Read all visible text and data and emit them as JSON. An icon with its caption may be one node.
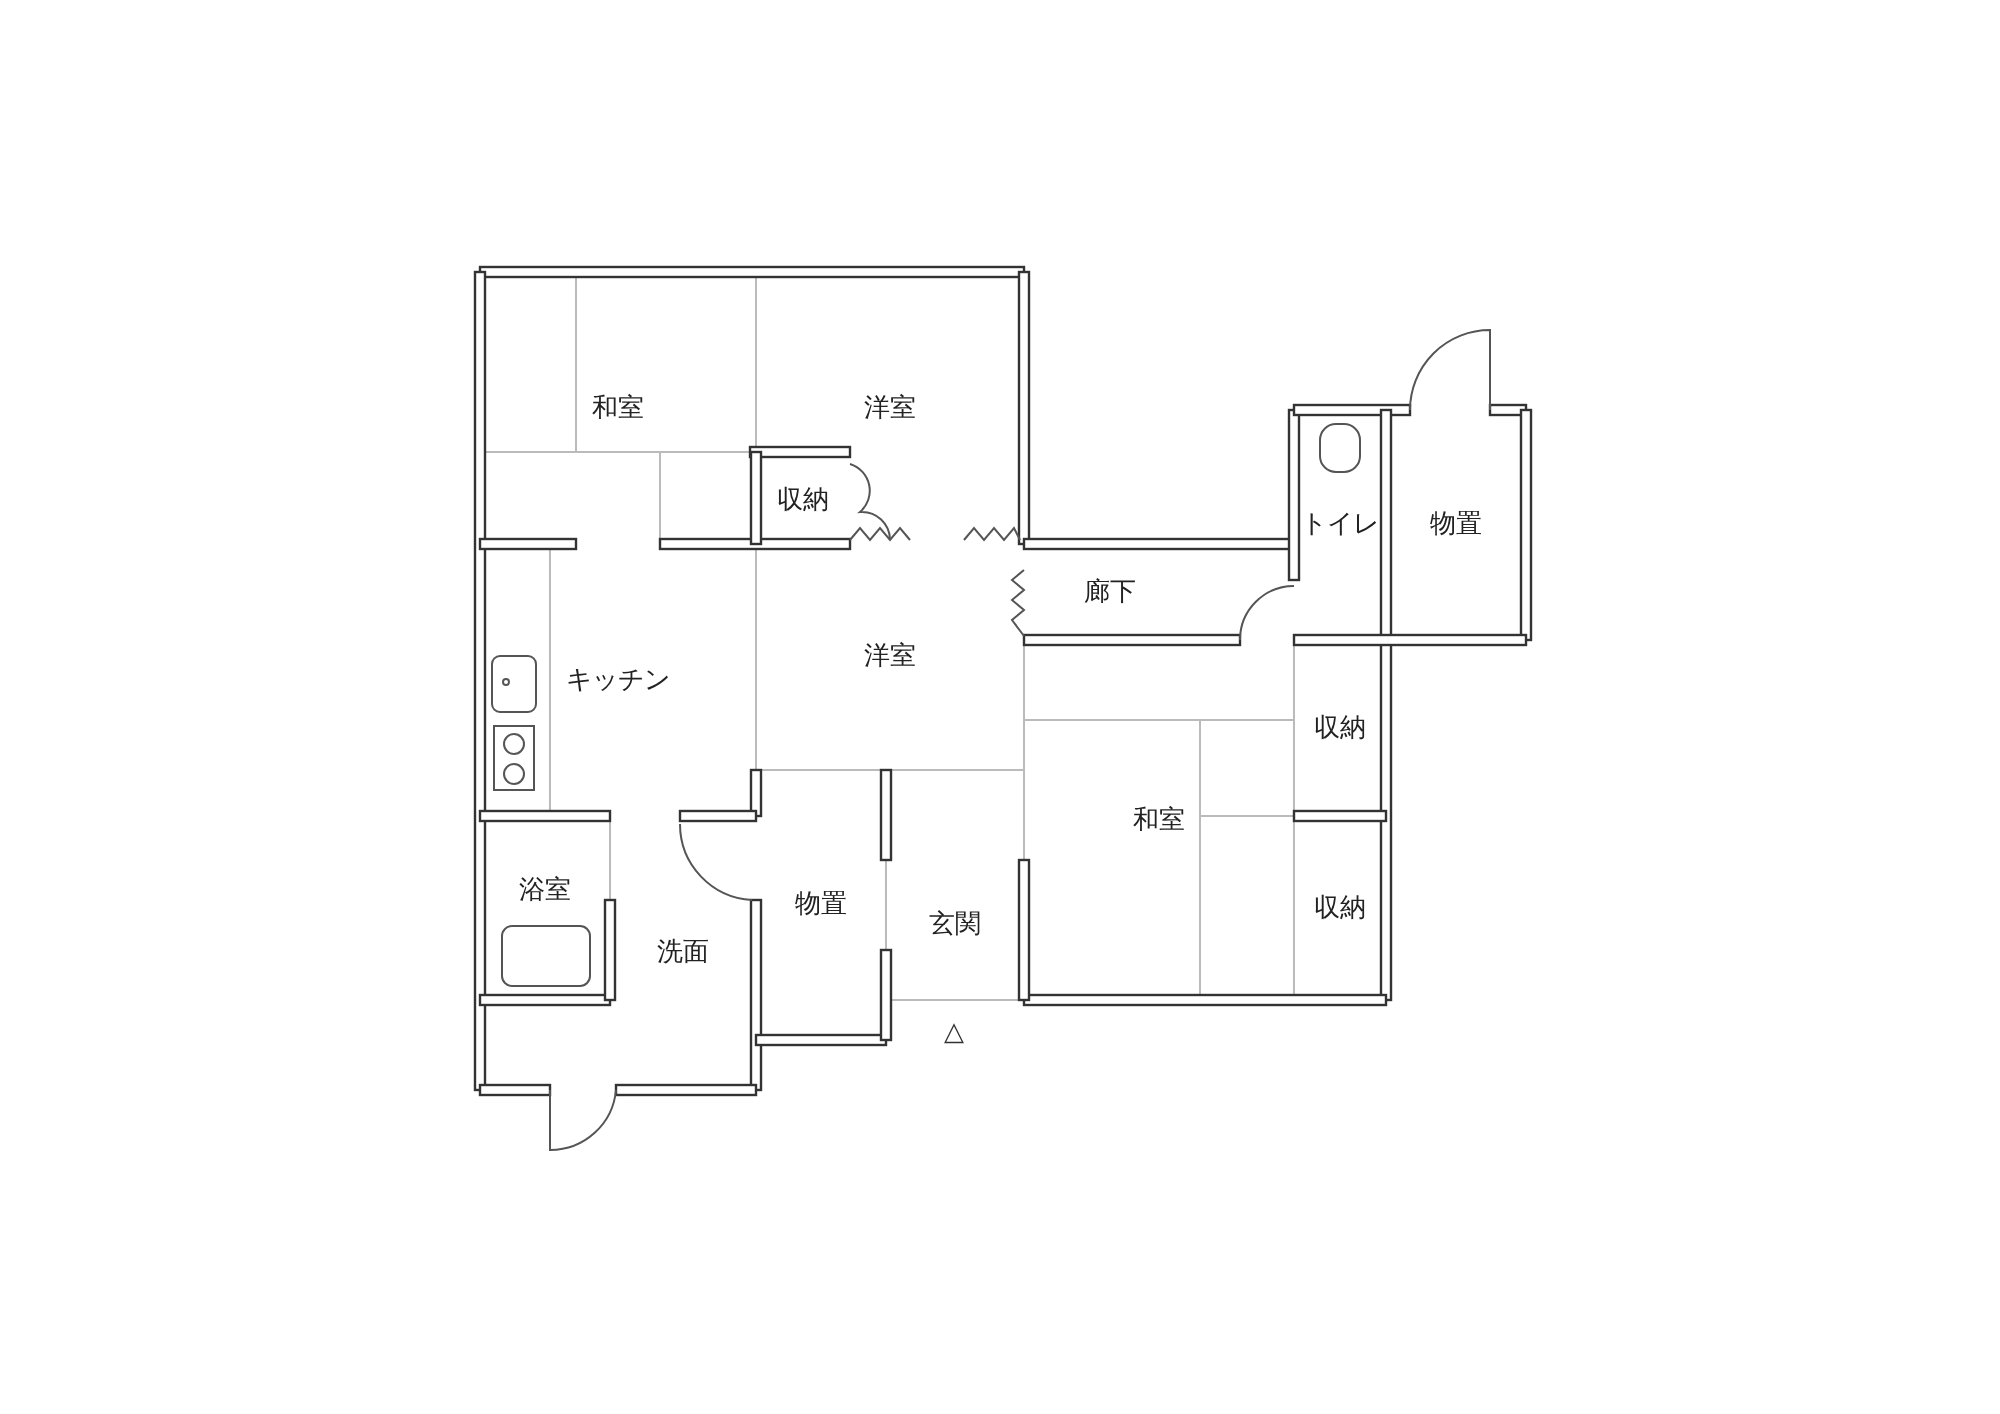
{
  "diagram": {
    "nodes": [
      {
        "text": [
          "和室"
        ]
      },
      {
        "text": [
          "洋室"
        ]
      },
      {
        "text": [
          "収納"
        ],
        "in": 1
      },
      {
        "text": [
          "トイレ"
        ]
      },
      {
        "text": [
          "物置"
        ]
      },
      {
        "text": [
          "廊下"
        ]
      },
      {
        "text": [
          "キッチン"
        ]
      },
      {
        "text": [
          "洋室"
        ]
      },
      {
        "text": [
          "和室"
        ]
      },
      {
        "text": [
          "収納"
        ]
      },
      {
        "text": [
          "収納"
        ]
      },
      {
        "text": [
          "浴室"
        ]
      },
      {
        "text": [
          "洗面"
        ]
      },
      {
        "text": [
          "物置"
        ]
      },
      {
        "text": [
          "玄関"
        ]
      }
    ],
    "labels": [
      "△"
    ]
  }
}
